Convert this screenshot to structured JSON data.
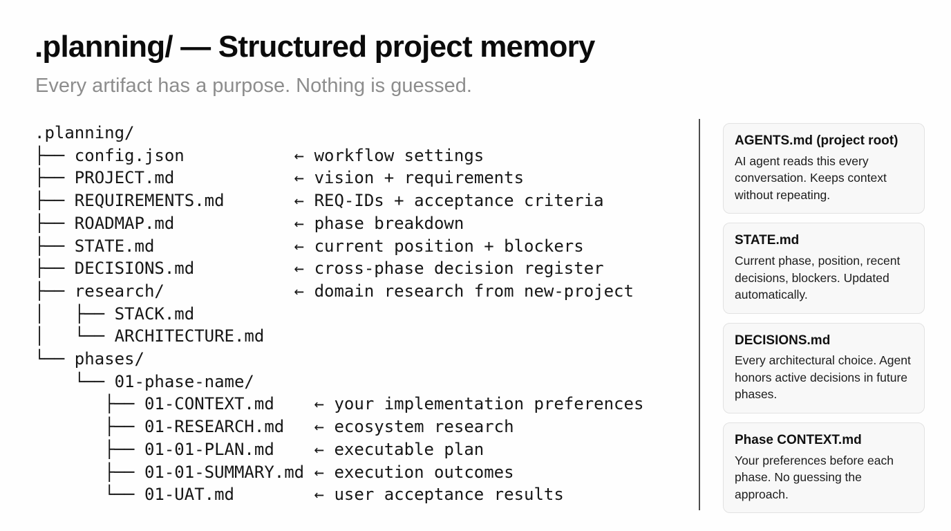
{
  "page": {
    "title": ".planning/ — Structured project memory",
    "subtitle": "Every artifact has a purpose. Nothing is guessed."
  },
  "tree": {
    "root": ".planning/",
    "lines": [
      ".planning/",
      "├── config.json           ← workflow settings",
      "├── PROJECT.md            ← vision + requirements",
      "├── REQUIREMENTS.md       ← REQ-IDs + acceptance criteria",
      "├── ROADMAP.md            ← phase breakdown",
      "├── STATE.md              ← current position + blockers",
      "├── DECISIONS.md          ← cross-phase decision register",
      "├── research/             ← domain research from new-project",
      "│   ├── STACK.md",
      "│   └── ARCHITECTURE.md",
      "└── phases/",
      "    └── 01-phase-name/",
      "       ├── 01-CONTEXT.md    ← your implementation preferences",
      "       ├── 01-RESEARCH.md   ← ecosystem research",
      "       ├── 01-01-PLAN.md    ← executable plan",
      "       ├── 01-01-SUMMARY.md ← execution outcomes",
      "       └── 01-UAT.md        ← user acceptance results"
    ],
    "annotations": [
      {
        "file": "config.json",
        "note": "workflow settings"
      },
      {
        "file": "PROJECT.md",
        "note": "vision + requirements"
      },
      {
        "file": "REQUIREMENTS.md",
        "note": "REQ-IDs + acceptance criteria"
      },
      {
        "file": "ROADMAP.md",
        "note": "phase breakdown"
      },
      {
        "file": "STATE.md",
        "note": "current position + blockers"
      },
      {
        "file": "DECISIONS.md",
        "note": "cross-phase decision register"
      },
      {
        "file": "research/",
        "note": "domain research from new-project"
      },
      {
        "file": "01-CONTEXT.md",
        "note": "your implementation preferences"
      },
      {
        "file": "01-RESEARCH.md",
        "note": "ecosystem research"
      },
      {
        "file": "01-01-PLAN.md",
        "note": "executable plan"
      },
      {
        "file": "01-01-SUMMARY.md",
        "note": "execution outcomes"
      },
      {
        "file": "01-UAT.md",
        "note": "user acceptance results"
      }
    ]
  },
  "cards": [
    {
      "title": "AGENTS.md (project root)",
      "body": "AI agent reads this every conversation. Keeps context without repeating."
    },
    {
      "title": "STATE.md",
      "body": "Current phase, position, recent decisions, blockers. Updated automatically."
    },
    {
      "title": "DECISIONS.md",
      "body": "Every architectural choice. Agent honors active decisions in future phases."
    },
    {
      "title": "Phase CONTEXT.md",
      "body": "Your preferences before each phase. No guessing the approach."
    }
  ],
  "colors": {
    "background": "#fefefe",
    "text": "#161616",
    "subtitle_gray": "#8d8d8d",
    "divider": "#4d4d4d",
    "card_background": "#f8f8f8",
    "card_border": "#e2e2e2"
  }
}
